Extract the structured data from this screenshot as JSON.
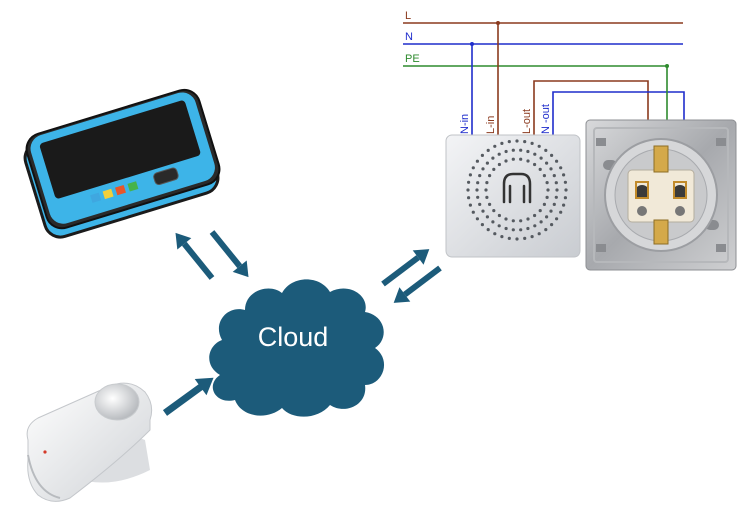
{
  "cloud": {
    "label": "Cloud"
  },
  "wires": {
    "top": [
      {
        "label": "L",
        "color": "#8B3A1E"
      },
      {
        "label": "N",
        "color": "#1F2DCC"
      },
      {
        "label": "PE",
        "color": "#2E8B2E"
      }
    ],
    "terminals": [
      {
        "label": "N-in",
        "color": "#1F2DCC"
      },
      {
        "label": "L-in",
        "color": "#8B3A1E"
      },
      {
        "label": "L-out",
        "color": "#8B3A1E"
      },
      {
        "label": "N -out",
        "color": "#1F2DCC"
      }
    ]
  },
  "colors": {
    "cloud": "#1C5B7A",
    "arrow": "#1C5B7A",
    "phone_frame": "#3DB4E8",
    "phone_screen": "#1A1A1A",
    "app_dots": [
      "#3FA7E0",
      "#F2D03B",
      "#E8562A",
      "#46B34B"
    ]
  },
  "icons": [
    "smartphone-icon",
    "motion-sensor-icon",
    "smart-relay-module-icon",
    "power-socket-icon",
    "cloud-icon"
  ]
}
